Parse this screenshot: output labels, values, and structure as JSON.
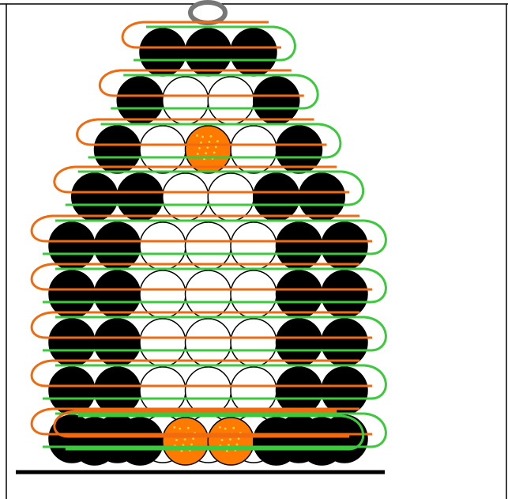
{
  "figure": {
    "kind": "bead-pattern",
    "subject": "penguin",
    "colors": {
      "black_bead": "#000000",
      "white_bead": "#ffffff",
      "orange_bead": "#ff7a00",
      "orange_dot": "#ffd84a",
      "outline": "#000000",
      "orange_thread": "#f06a10",
      "green_thread": "#3ec83e",
      "ring": "#777777",
      "frame_line": "#000000"
    }
  },
  "rows": [
    [
      "B",
      "B",
      "B"
    ],
    [
      "B",
      "W",
      "W",
      "B"
    ],
    [
      "B",
      "W",
      "O",
      "W",
      "B"
    ],
    [
      "B",
      "B",
      "W",
      "W",
      "B",
      "B"
    ],
    [
      "B",
      "B",
      "W",
      "W",
      "W",
      "B",
      "B"
    ],
    [
      "B",
      "B",
      "W",
      "W",
      "W",
      "B",
      "B"
    ],
    [
      "B",
      "B",
      "W",
      "W",
      "W",
      "B",
      "B"
    ],
    [
      "B",
      "B",
      "W",
      "W",
      "W",
      "B",
      "B"
    ],
    [
      "B",
      "B",
      "W",
      "W",
      "W",
      "B",
      "B"
    ],
    [
      "B",
      "B",
      "O",
      "O",
      "B",
      "B"
    ]
  ]
}
